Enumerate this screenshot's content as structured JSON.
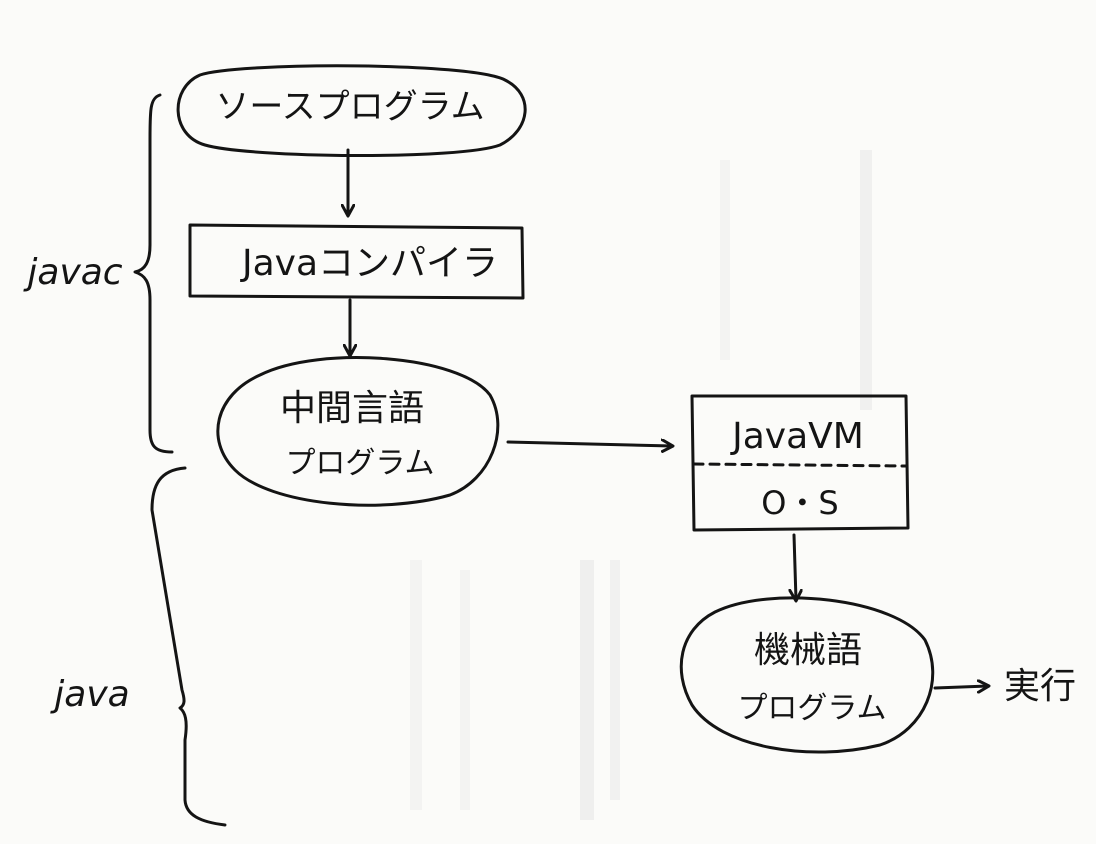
{
  "nodes": {
    "source": "ソースプログラム",
    "compiler": "Javaコンパイラ",
    "intermediate_line1": "中間言語",
    "intermediate_line2": "プログラム",
    "jvm_top": "JavaVM",
    "jvm_bottom": "O・S",
    "machine_line1": "機械語",
    "machine_line2": "プログラム",
    "run": "実行"
  },
  "brackets": {
    "javac": "javac",
    "java": "java"
  },
  "colors": {
    "ink": "#141414",
    "paper": "#fbfbf9",
    "ghost": "#d6d6d6"
  }
}
